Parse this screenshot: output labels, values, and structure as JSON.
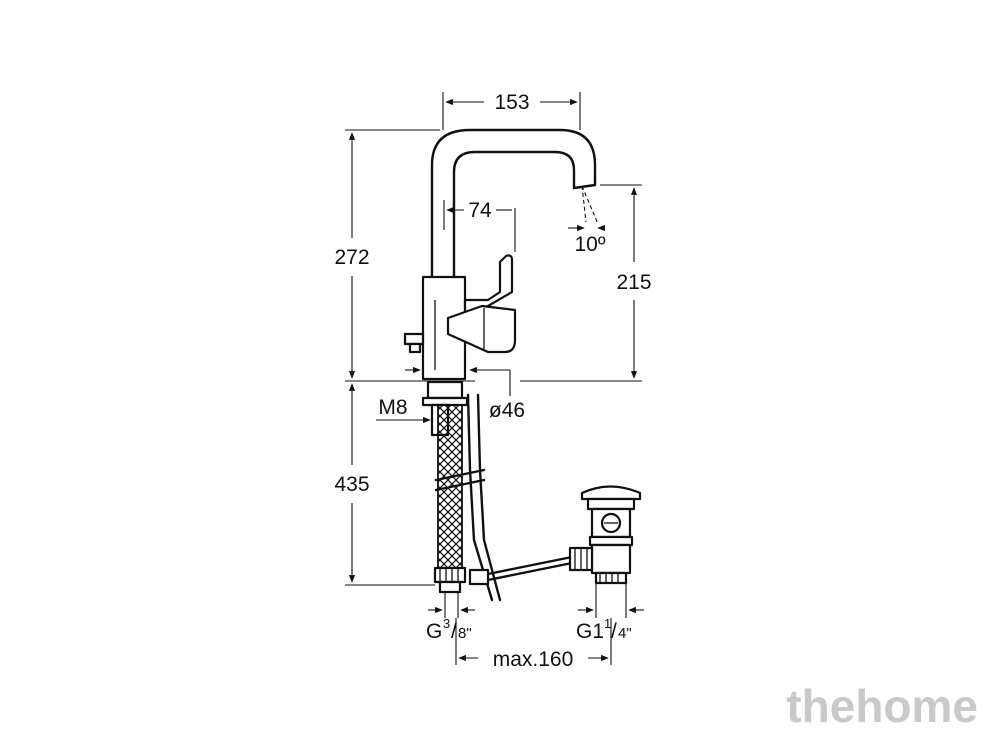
{
  "dimensions": {
    "spout_reach": "153",
    "total_height": "272",
    "lever_offset": "74",
    "spout_angle": "10º",
    "outlet_height": "215",
    "thread_m8": "M8",
    "base_diameter": "ø46",
    "hose_length": "435",
    "inlet_thread_main": "G",
    "inlet_thread_num": "3",
    "inlet_thread_den": "/",
    "inlet_thread_tail": "8\"",
    "waste_thread_main": "G1",
    "waste_thread_num": "1",
    "waste_thread_den": "/",
    "waste_thread_tail": "4\"",
    "rod_length": "max.160"
  },
  "watermark": "thehome",
  "colors": {
    "line": "#111111",
    "watermark": "#c9c9c9"
  }
}
